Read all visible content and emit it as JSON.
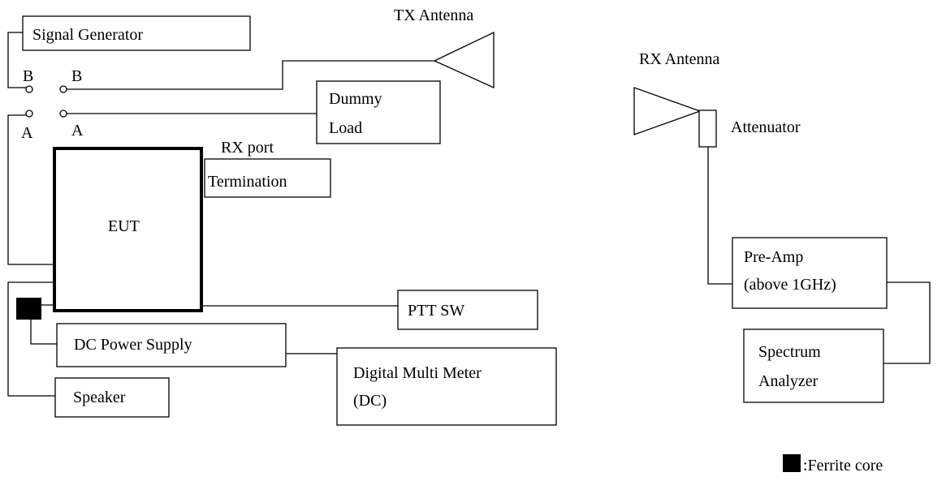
{
  "boxes": {
    "signal_generator": "Signal Generator",
    "dummy_load_1": "Dummy",
    "dummy_load_2": "Load",
    "eut": "EUT",
    "termination": "Termination",
    "ptt_sw": "PTT SW",
    "dc_power_supply": "DC Power Supply",
    "digital_multi_meter_1": "Digital Multi Meter",
    "digital_multi_meter_2": "(DC)",
    "speaker": "Speaker",
    "pre_amp_1": "Pre-Amp",
    "pre_amp_2": "(above 1GHz)",
    "spectrum_analyzer_1": "Spectrum",
    "spectrum_analyzer_2": "Analyzer"
  },
  "labels": {
    "tx_antenna": "TX Antenna",
    "rx_antenna": "RX Antenna",
    "attenuator": "Attenuator",
    "rx_port": "RX port",
    "switch_b_left": "B",
    "switch_b_right": "B",
    "switch_a_left": "A",
    "switch_a_right": "A"
  },
  "legend": {
    "ferrite_core": ":Ferrite core",
    "ferrite_color": "#000000"
  }
}
